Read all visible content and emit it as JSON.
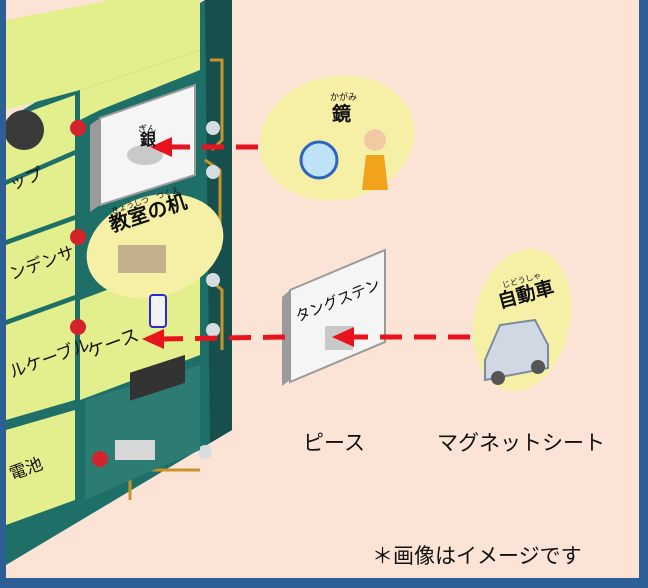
{
  "colors": {
    "background": "#fbe4d5",
    "border": "#2e5e96",
    "board": "#1f6f69",
    "tile": "#e3ee8c",
    "arrow": "#e8141d",
    "sticker": "#f6f0a6"
  },
  "board": {
    "tiles": [
      {
        "label": "ップ"
      },
      {
        "label": "ンデンサ"
      },
      {
        "label": "ケース"
      },
      {
        "label": "ルケーブル"
      },
      {
        "label": "電池"
      }
    ]
  },
  "pieces": [
    {
      "label": "銀",
      "ruby": "ぎん"
    },
    {
      "label": "タングステン",
      "ruby": ""
    }
  ],
  "stickers": [
    {
      "label": "鏡",
      "ruby": "かがみ"
    },
    {
      "label": "教室の机",
      "ruby": "きょうしつ　つくえ"
    },
    {
      "label": "自動車",
      "ruby": "じどうしゃ"
    }
  ],
  "captions": {
    "piece": "ピース",
    "magnet": "マグネットシート",
    "note": "＊画像はイメージです"
  }
}
